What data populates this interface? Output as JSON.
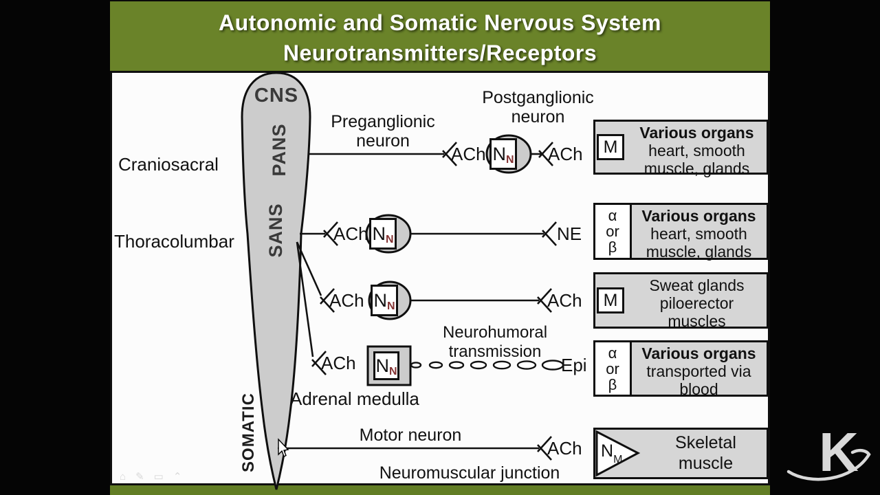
{
  "title": {
    "line1": "Autonomic and Somatic Nervous System",
    "line2": "Neurotransmitters/Receptors"
  },
  "cns_column": {
    "cns": "CNS",
    "pans": "PANS",
    "sans": "SANS",
    "somatic": "SOMATIC"
  },
  "left_labels": {
    "craniosacral": "Craniosacral",
    "thoracolumbar": "Thoracolumbar"
  },
  "annotations": {
    "preganglionic_line1": "Preganglionic",
    "preganglionic_line2": "neuron",
    "postganglionic_line1": "Postganglionic",
    "postganglionic_line2": "neuron",
    "neurohumoral_line1": "Neurohumoral",
    "neurohumoral_line2": "transmission",
    "adrenal_medulla": "Adrenal medulla",
    "motor_neuron": "Motor neuron",
    "neuromuscular_junction": "Neuromuscular junction"
  },
  "transmitters": {
    "ach": "ACh",
    "ne": "NE",
    "epi": "Epi"
  },
  "receptors": {
    "nicotinic_main": "N",
    "nicotinic_sub": "N",
    "muscle_main": "N",
    "muscle_sub": "M",
    "muscarinic": "M",
    "alpha": "α",
    "or": "or",
    "beta": "β"
  },
  "targets": {
    "pans_organs": {
      "line1": "Various organs",
      "line2": "heart, smooth",
      "line3": "muscle, glands"
    },
    "sans_organs": {
      "line1": "Various organs",
      "line2": "heart, smooth",
      "line3": "muscle, glands"
    },
    "sweat_glands": {
      "line1": "Sweat glands",
      "line2": "piloerector",
      "line3": "muscles"
    },
    "blood_organs": {
      "line1": "Various organs",
      "line2": "transported via",
      "line3": "blood"
    },
    "skeletal": {
      "line1": "Skeletal",
      "line2": "muscle"
    }
  },
  "watermark": {
    "letter": "K"
  },
  "faint_toolbar": {
    "g1": "⌂",
    "g2": "✎",
    "g3": "▭",
    "g4": "⌃"
  },
  "colors": {
    "header_green": "#6a8329",
    "footer_green": "#627d25",
    "diagram_gray": "#cccccc",
    "box_gray": "#d6d6d6",
    "subscript_maroon": "#843333"
  }
}
